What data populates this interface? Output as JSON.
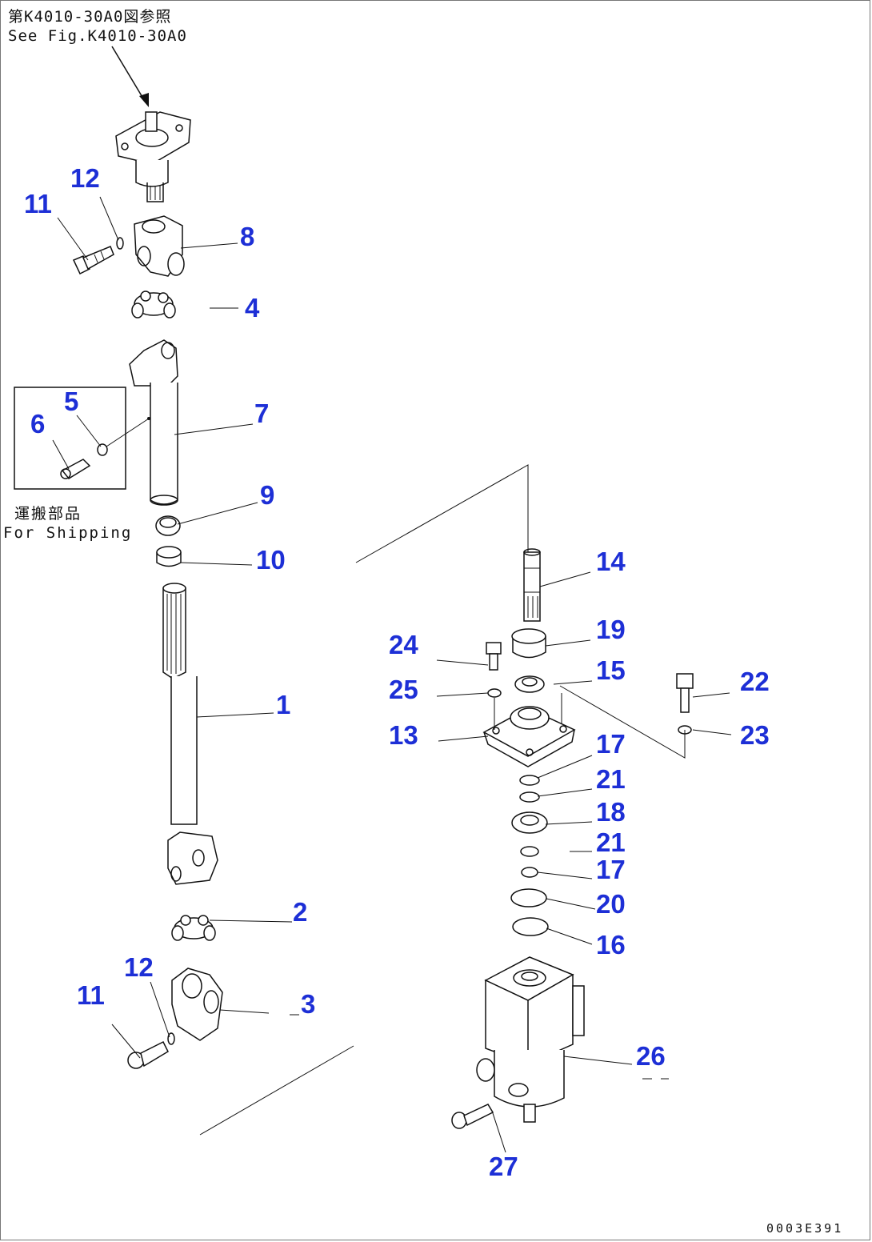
{
  "reference": {
    "line1": "第K4010-30A0図参照",
    "line2": "See Fig.K4010-30A0"
  },
  "inset": {
    "label_jp": "運搬部品",
    "label_en": "For Shipping"
  },
  "drawing_code": "0003E391",
  "callouts": {
    "c1": "1",
    "c2": "2",
    "c3": "3",
    "c4": "4",
    "c5": "5",
    "c6": "6",
    "c7": "7",
    "c8": "8",
    "c9": "9",
    "c10": "10",
    "c11a": "11",
    "c12a": "12",
    "c11b": "11",
    "c12b": "12",
    "c13": "13",
    "c14": "14",
    "c15": "15",
    "c16": "16",
    "c17a": "17",
    "c17b": "17",
    "c18": "18",
    "c19": "19",
    "c20": "20",
    "c21a": "21",
    "c21b": "21",
    "c22": "22",
    "c23": "23",
    "c24": "24",
    "c25": "25",
    "c26": "26",
    "c27": "27"
  },
  "colors": {
    "callout": "#1d2fd6",
    "line": "#111111"
  }
}
